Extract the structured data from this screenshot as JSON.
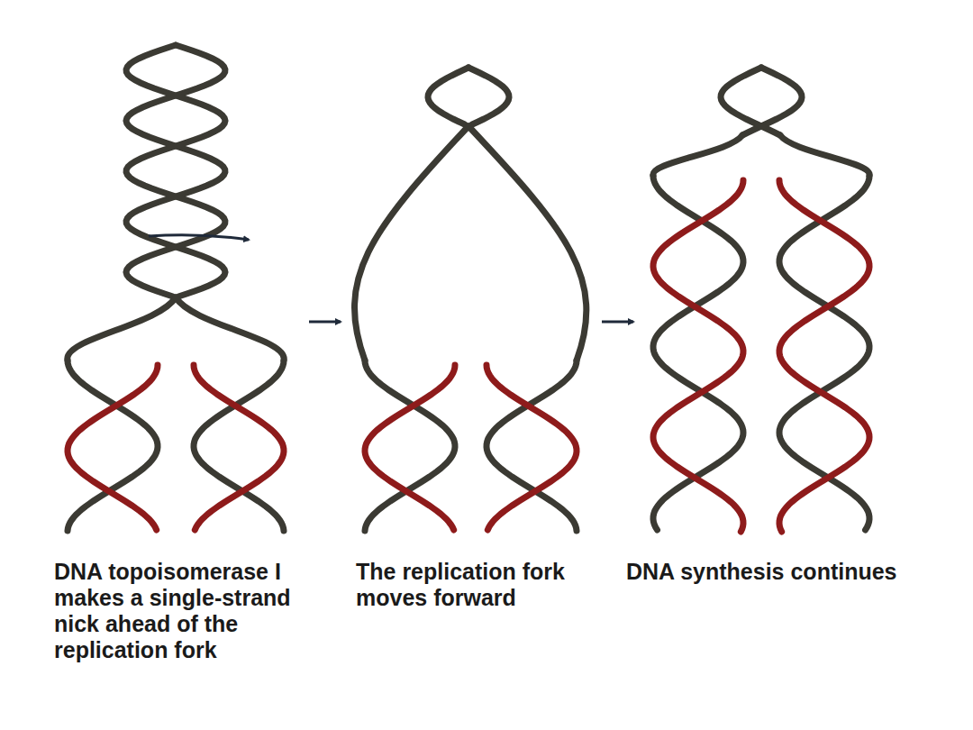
{
  "diagram": {
    "labels": [
      "DNA topoisomerase I makes a single-strand nick ahead of the replication fork",
      "The replication fork moves forward",
      "DNA synthesis continues"
    ]
  }
}
